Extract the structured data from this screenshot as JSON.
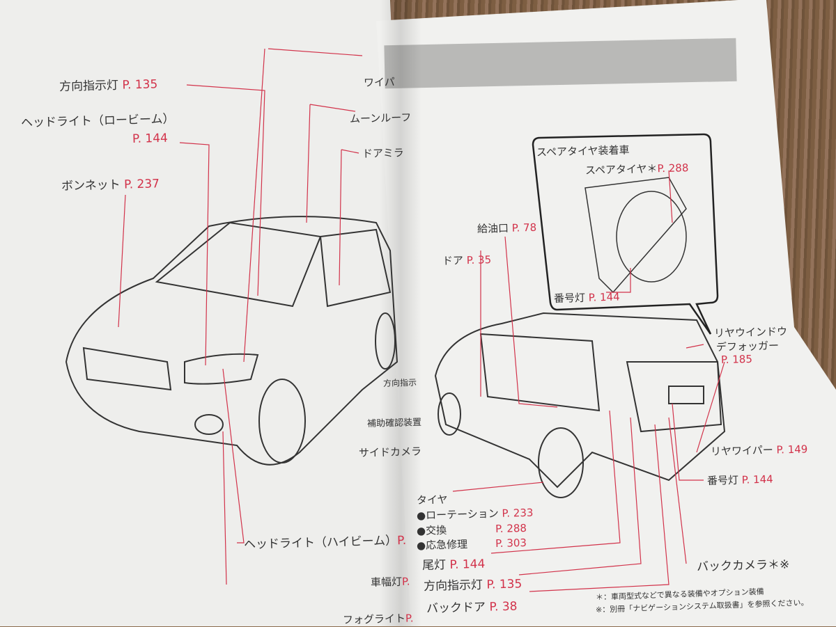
{
  "left_page": {
    "labels": [
      {
        "text": "方向指示灯",
        "page": "P. 135"
      },
      {
        "text": "ヘッドライト（ロービーム）",
        "page": "P. 144"
      },
      {
        "text": "ボンネット",
        "page": "P. 237"
      },
      {
        "text": "ヘッドライト（ハイビーム）",
        "page": "P."
      },
      {
        "text": "車幅灯",
        "page": "P."
      },
      {
        "text": "フォグライト",
        "page": "P."
      },
      {
        "text": "ワイパ",
        "page": ""
      },
      {
        "text": "ムーンルーフ",
        "page": ""
      },
      {
        "text": "ドアミラ",
        "page": ""
      },
      {
        "text": "方向指示",
        "page": ""
      },
      {
        "text": "補助確認装置",
        "page": ""
      },
      {
        "text": "サイドカメラ",
        "page": ""
      }
    ]
  },
  "right_page": {
    "inset": {
      "title": "スペアタイヤ装着車",
      "spare_tire": {
        "text": "スペアタイヤ＊",
        "page": "P. 288"
      },
      "license_light": {
        "text": "番号灯",
        "page": "P. 144"
      }
    },
    "labels": {
      "fuel": {
        "text": "給油口",
        "page": "P. 78"
      },
      "door": {
        "text": "ドア",
        "page": "P. 35"
      },
      "defogger_1": "リヤウインドウ",
      "defogger_2": "デフォッガー",
      "defogger_page": "P. 185",
      "rear_wiper": {
        "text": "リヤワイパー",
        "page": "P. 149"
      },
      "license_light": {
        "text": "番号灯",
        "page": "P. 144"
      },
      "tire": "タイヤ",
      "rotation": {
        "text": "●ローテーション",
        "page": "P. 233"
      },
      "replace": {
        "text": "●交換",
        "page": "P. 288"
      },
      "emergency": {
        "text": "●応急修理",
        "page": "P. 303"
      },
      "tail_light": {
        "text": "尾灯",
        "page": "P. 144"
      },
      "turn_signal": {
        "text": "方向指示灯",
        "page": "P. 135"
      },
      "back_door": {
        "text": "バックドア",
        "page": "P. 38"
      },
      "back_camera": "バックカメラ＊※"
    },
    "notes": [
      "＊：車両型式などで異なる装備やオプション装備",
      "※：別冊「ナビゲーションシステム取扱書」を参照ください。"
    ]
  }
}
